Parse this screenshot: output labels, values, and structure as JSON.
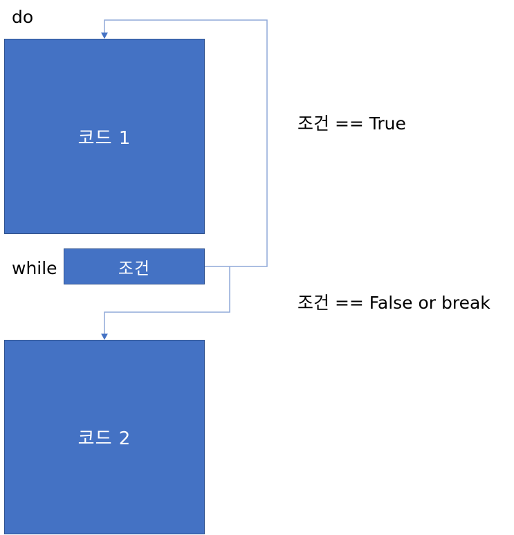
{
  "labels": {
    "do": "do",
    "while": "while",
    "true_branch": "조건 == True",
    "false_branch": "조건 == False or break"
  },
  "boxes": {
    "code1": "코드 1",
    "condition": "조건",
    "code2": "코드 2"
  },
  "colors": {
    "box_fill": "#4472c4",
    "box_border": "#2f528f",
    "connector": "#8fa9d9",
    "arrowhead": "#4472c4"
  }
}
